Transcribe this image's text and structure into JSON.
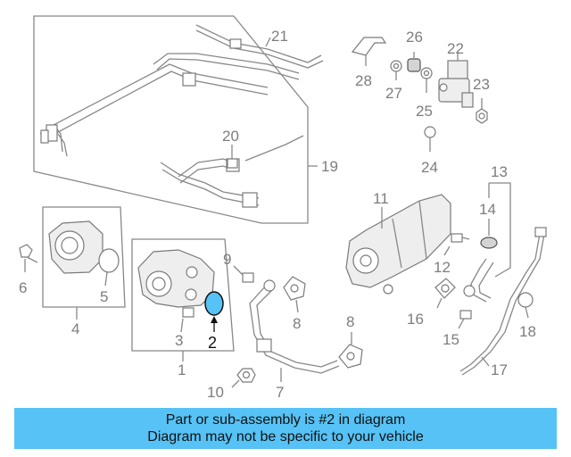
{
  "diagram": {
    "labels": {
      "l1": "1",
      "l2": "2",
      "l3": "3",
      "l4": "4",
      "l5": "5",
      "l6": "6",
      "l7": "7",
      "l8a": "8",
      "l8b": "8",
      "l9": "9",
      "l10": "10",
      "l11": "11",
      "l12": "12",
      "l13": "13",
      "l14": "14",
      "l15": "15",
      "l16": "16",
      "l17": "17",
      "l18": "18",
      "l19": "19",
      "l20": "20",
      "l21": "21",
      "l22": "22",
      "l23": "23",
      "l24": "24",
      "l25": "25",
      "l26": "26",
      "l27": "27",
      "l28": "28"
    },
    "highlight_color": "#56c2f5"
  },
  "banner": {
    "line1": "Part or sub-assembly is #2 in diagram",
    "line2": "Diagram may not be specific to your vehicle",
    "color": "#56c2f5"
  }
}
